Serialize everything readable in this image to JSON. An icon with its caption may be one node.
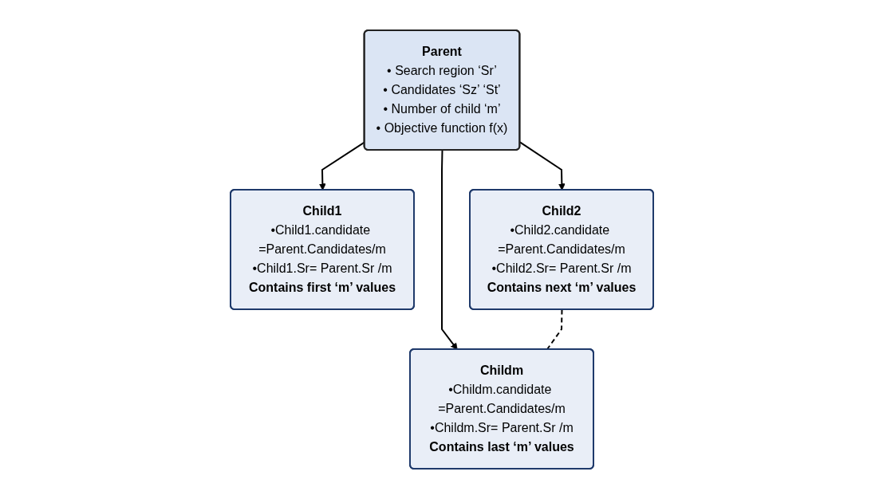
{
  "diagram": {
    "nodes": [
      {
        "text": [
          "Parent",
          "• Search region ‘Sr’",
          "• Candidates ‘Sz’ ‘St’",
          "• Number of child ‘m’",
          "• Objective function f(x)"
        ]
      },
      {
        "text": [
          "Child1",
          "•Child1.candidate =Parent.Candidates/m",
          "•Child1.Sr= Parent.Sr /m",
          "Contains first ‘m’ values"
        ]
      },
      {
        "text": [
          "Child2",
          "•Child2.candidate =Parent.Candidates/m",
          "•Child2.Sr= Parent.Sr /m",
          "Contains next ‘m’ values"
        ]
      },
      {
        "text": [
          "Childm",
          "•Childm.candidate =Parent.Candidates/m",
          "•Childm.Sr= Parent.Sr /m",
          "Contains last ‘m’ values"
        ]
      }
    ],
    "edges": [
      {
        "from": 0,
        "to": 1,
        "arrow": "to"
      },
      {
        "from": 0,
        "to": 2,
        "arrow": "to"
      },
      {
        "from": 0,
        "to": 3,
        "arrow": "to"
      },
      {
        "from": 2,
        "to": 3,
        "arrow": "none",
        "style": "dashed"
      }
    ]
  }
}
